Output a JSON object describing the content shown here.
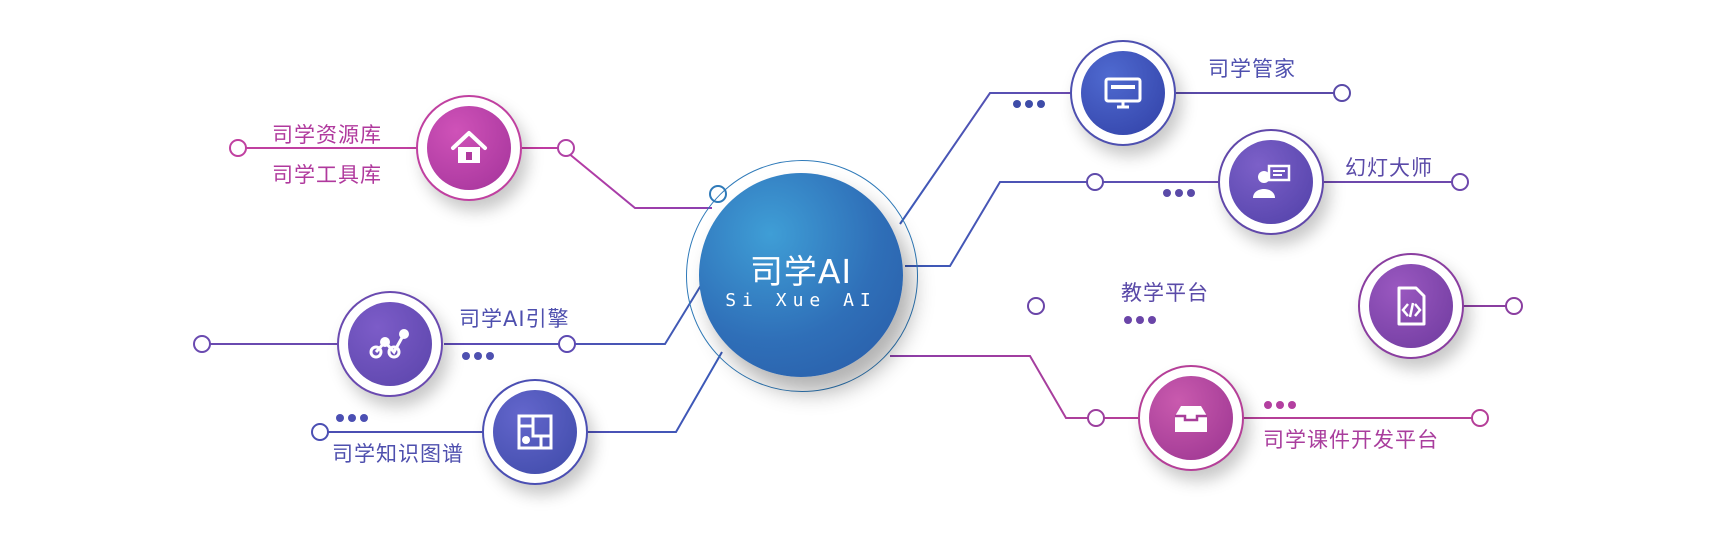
{
  "center": {
    "title": "司学AI",
    "subtitle": "Si  Xue  AI"
  },
  "nodes": {
    "resources": {
      "label1": "司学资源库",
      "label2": "司学工具库",
      "icon": "home-icon",
      "color": "#b0399d"
    },
    "engine": {
      "label": "司学AI引擎",
      "icon": "graph-nodes-icon",
      "color": "#6a4ab0"
    },
    "knowledge": {
      "label": "司学知识图谱",
      "icon": "knowledge-map-icon",
      "color": "#4b4fb3"
    },
    "steward": {
      "label": "司学管家",
      "icon": "monitor-icon",
      "color": "#3a45a8"
    },
    "slides": {
      "label": "幻灯大师",
      "icon": "presenter-icon",
      "color": "#5a4aaa"
    },
    "teaching": {
      "label": "教学平台",
      "icon": "code-file-icon",
      "color": "#7a3c9e"
    },
    "courseware": {
      "label": "司学课件开发平台",
      "icon": "inbox-icon",
      "color": "#a83d99"
    }
  },
  "colors": {
    "center": "#2f6fb8",
    "line_blue": "#4e50b0",
    "line_purple": "#7b3fa8",
    "line_pink": "#b33fa0"
  }
}
